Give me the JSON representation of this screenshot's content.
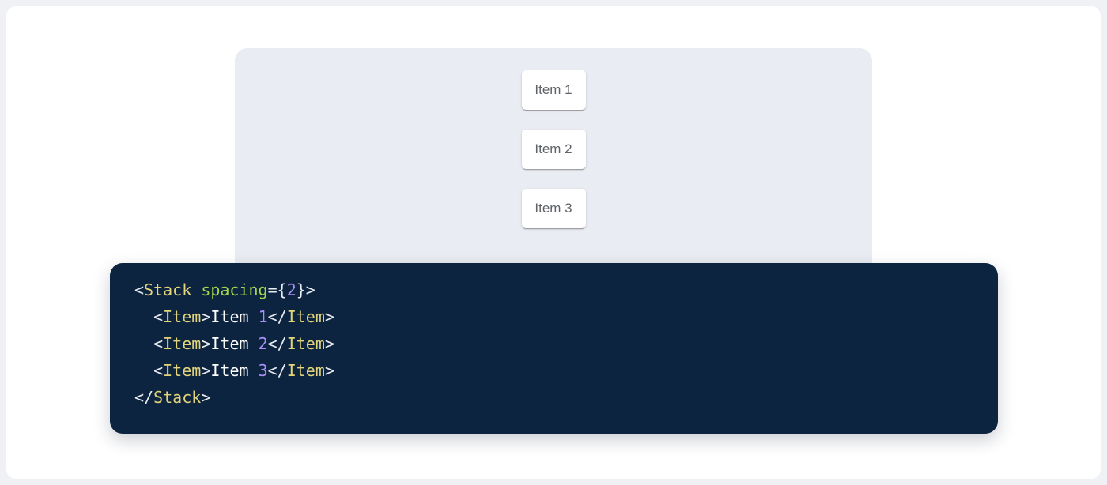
{
  "demo": {
    "items": [
      {
        "label": "Item 1"
      },
      {
        "label": "Item 2"
      },
      {
        "label": "Item 3"
      }
    ]
  },
  "code": {
    "language": "jsx",
    "source": "<Stack spacing={2}>\n  <Item>Item 1</Item>\n  <Item>Item 2</Item>\n  <Item>Item 3</Item>\n</Stack>",
    "lines": [
      {
        "tokens": [
          {
            "type": "punct",
            "text": "<"
          },
          {
            "type": "tag",
            "text": "Stack"
          },
          {
            "type": "plain",
            "text": " "
          },
          {
            "type": "attr",
            "text": "spacing"
          },
          {
            "type": "punct",
            "text": "={"
          },
          {
            "type": "number",
            "text": "2"
          },
          {
            "type": "punct",
            "text": "}>"
          }
        ]
      },
      {
        "tokens": [
          {
            "type": "plain",
            "text": "  "
          },
          {
            "type": "punct",
            "text": "<"
          },
          {
            "type": "tag",
            "text": "Item"
          },
          {
            "type": "punct",
            "text": ">"
          },
          {
            "type": "plain",
            "text": "Item "
          },
          {
            "type": "number",
            "text": "1"
          },
          {
            "type": "punct",
            "text": "</"
          },
          {
            "type": "tag",
            "text": "Item"
          },
          {
            "type": "punct",
            "text": ">"
          }
        ]
      },
      {
        "tokens": [
          {
            "type": "plain",
            "text": "  "
          },
          {
            "type": "punct",
            "text": "<"
          },
          {
            "type": "tag",
            "text": "Item"
          },
          {
            "type": "punct",
            "text": ">"
          },
          {
            "type": "plain",
            "text": "Item "
          },
          {
            "type": "number",
            "text": "2"
          },
          {
            "type": "punct",
            "text": "</"
          },
          {
            "type": "tag",
            "text": "Item"
          },
          {
            "type": "punct",
            "text": ">"
          }
        ]
      },
      {
        "tokens": [
          {
            "type": "plain",
            "text": "  "
          },
          {
            "type": "punct",
            "text": "<"
          },
          {
            "type": "tag",
            "text": "Item"
          },
          {
            "type": "punct",
            "text": ">"
          },
          {
            "type": "plain",
            "text": "Item "
          },
          {
            "type": "number",
            "text": "3"
          },
          {
            "type": "punct",
            "text": "</"
          },
          {
            "type": "tag",
            "text": "Item"
          },
          {
            "type": "punct",
            "text": ">"
          }
        ]
      },
      {
        "tokens": [
          {
            "type": "punct",
            "text": "</"
          },
          {
            "type": "tag",
            "text": "Stack"
          },
          {
            "type": "punct",
            "text": ">"
          }
        ]
      }
    ]
  },
  "colors": {
    "page-bg": "#eff1f4",
    "surface-bg": "#ffffff",
    "panel-bg": "#e9ecf2",
    "item-bg": "#ffffff",
    "item-text": "#5f6368",
    "code-bg": "#0d2440",
    "code-plain": "#fdfdfd",
    "code-punct": "#e9edf2",
    "code-tag": "#e2d478",
    "code-attr": "#a3d64c",
    "code-number": "#a98ff7"
  }
}
